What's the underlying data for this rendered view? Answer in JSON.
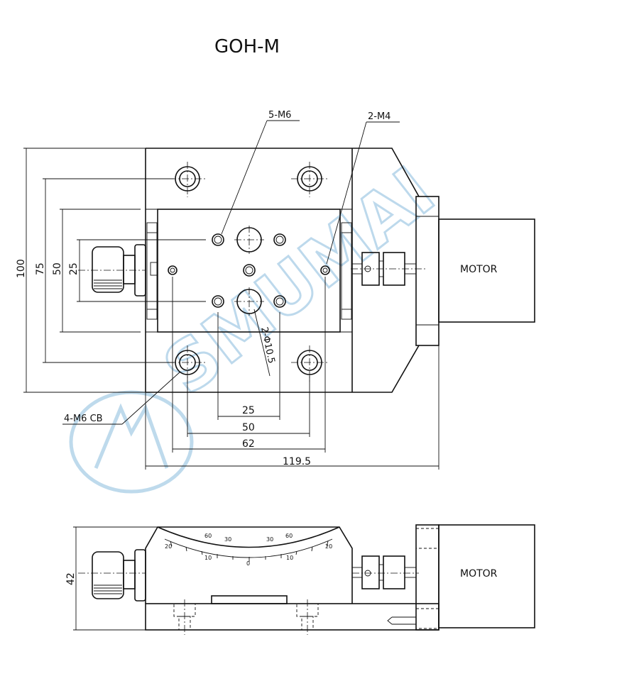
{
  "title": "GOH-M",
  "watermark": "SMUMAI",
  "top_view": {
    "hole_callouts": {
      "m6": "5-M6",
      "m4": "2-M4",
      "cb": "4-M6 CB",
      "dia": "2-Φ10.5"
    },
    "dims_vertical": [
      "100",
      "75",
      "50",
      "25"
    ],
    "dims_horizontal": [
      "25",
      "50",
      "62",
      "119.5"
    ],
    "motor_label": "MOTOR"
  },
  "side_view": {
    "height_dim": "42",
    "motor_label": "MOTOR",
    "scale_labels": [
      "20",
      "10",
      "60",
      "30",
      "0",
      "30",
      "60",
      "10",
      "20"
    ]
  },
  "colors": {
    "line": "#111111",
    "watermark": "#a8cde6"
  }
}
